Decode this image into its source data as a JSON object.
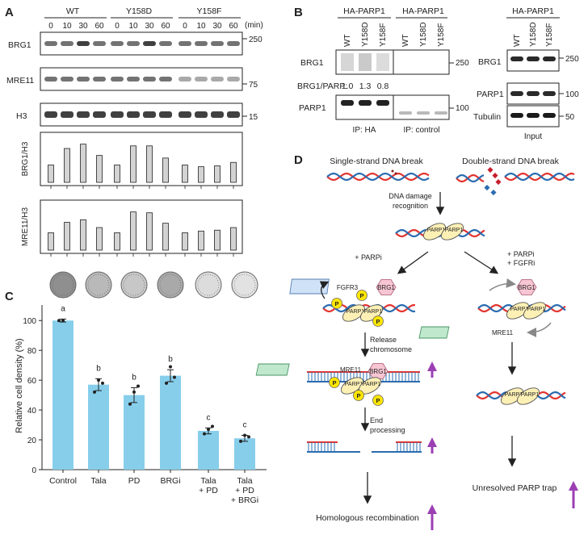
{
  "panels": {
    "a": "A",
    "b": "B",
    "c": "C",
    "d": "D"
  },
  "panel_a": {
    "groups": [
      "WT",
      "Y158D",
      "Y158F"
    ],
    "timepoints": [
      "0",
      "10",
      "30",
      "60"
    ],
    "time_unit": "(min)",
    "blots": [
      {
        "label": "BRG1",
        "marker": "250"
      },
      {
        "label": "MRE11",
        "marker": "75"
      },
      {
        "label": "H3",
        "marker": "15"
      }
    ],
    "band_colors": {
      "dark": "#1e1e1e",
      "mid": "#5a5a5a",
      "light": "#9a9a9a"
    }
  },
  "panel_b": {
    "ip_header": "HA-PARP1",
    "ctrl_header": "HA-PARP1",
    "input_header": "HA-PARP1",
    "lanes": [
      "WT",
      "Y158D",
      "Y158F"
    ],
    "ip_blots": [
      {
        "label": "BRG1",
        "marker": "250"
      },
      {
        "label": "PARP1",
        "marker": "100"
      }
    ],
    "ratio_label": "BRG1/PARP:",
    "ratios": [
      "1.0",
      "1.3",
      "0.8"
    ],
    "ip_ha": "IP: HA",
    "ip_control": "IP: control",
    "input_blots": [
      {
        "label": "BRG1",
        "marker": "250"
      },
      {
        "label": "PARP1",
        "marker": "100"
      },
      {
        "label": "Tubulin",
        "marker": "50"
      }
    ],
    "input_label": "Input"
  },
  "panel_c": {
    "ylabel": "Relative cell density (%)",
    "y_ticks": [
      "0",
      "20",
      "40",
      "60",
      "80",
      "100"
    ],
    "categories": [
      "Control",
      "Tala",
      "PD",
      "BRGi",
      "Tala\n+ PD",
      "Tala\n+ PD\n+ BRGi"
    ],
    "significance": [
      "a",
      "b",
      "b",
      "b",
      "c",
      "c"
    ],
    "bar_color": "#87ceeb"
  },
  "panel_d": {
    "ssb": "Single-strand DNA break",
    "dsb": "Double-strand DNA break",
    "recognition": [
      "DNA damage",
      "recognition"
    ],
    "parpi": "+ PARPi",
    "parpi_fgfri": [
      "+ PARPi",
      "+ FGFRi"
    ],
    "parp": "PARP1",
    "fgfr": "FGFR3",
    "brg": "BRG1",
    "mre": "MRE11",
    "p": "P",
    "release": [
      "Release",
      "chromosome"
    ],
    "end_processing": [
      "End",
      "processing"
    ],
    "hr": "Homologous recombination",
    "trap": "Unresolved PARP trap",
    "colors": {
      "dna_red": "#e3342f",
      "dna_blue": "#2b6cb0",
      "parp_fill": "#fdf0b5",
      "brg_fill": "#f8c6d3",
      "fgfr_fill": "#cfe2f7",
      "mre_fill": "#bfe8cc",
      "p_fill": "#ffe600",
      "arrow": "#9b3fb3"
    }
  },
  "chart_data": [
    {
      "type": "bar",
      "title": "",
      "categories": [
        "WT 0",
        "WT 10",
        "WT 30",
        "WT 60",
        "Y158D 0",
        "Y158D 10",
        "Y158D 30",
        "Y158D 60",
        "Y158F 0",
        "Y158F 10",
        "Y158F 30",
        "Y158F 60"
      ],
      "values": [
        1.0,
        1.95,
        2.2,
        1.55,
        1.0,
        2.1,
        2.1,
        1.4,
        1.0,
        0.9,
        0.95,
        1.15
      ],
      "xlabel": "",
      "ylabel": "BRG1/H3",
      "ylim": [
        0,
        2.6
      ],
      "grid": false
    },
    {
      "type": "bar",
      "title": "",
      "categories": [
        "WT 0",
        "WT 10",
        "WT 30",
        "WT 60",
        "Y158D 0",
        "Y158D 10",
        "Y158D 30",
        "Y158D 60",
        "Y158F 0",
        "Y158F 10",
        "Y158F 30",
        "Y158F 60"
      ],
      "values": [
        1.0,
        1.6,
        1.75,
        1.3,
        1.0,
        2.2,
        2.15,
        1.55,
        1.0,
        1.1,
        1.15,
        1.3
      ],
      "xlabel": "",
      "ylabel": "MRE11/H3",
      "ylim": [
        0,
        2.6
      ],
      "grid": false
    },
    {
      "type": "bar",
      "title": "",
      "categories": [
        "Control",
        "Tala",
        "PD",
        "BRGi",
        "Tala + PD",
        "Tala + PD + BRGi"
      ],
      "values": [
        100,
        57,
        50,
        63,
        26,
        21
      ],
      "errors": [
        1,
        4,
        5,
        4,
        2,
        2
      ],
      "points": [
        [
          100,
          100
        ],
        [
          52,
          60,
          58
        ],
        [
          44,
          52,
          56
        ],
        [
          58,
          69,
          62
        ],
        [
          24,
          27,
          29
        ],
        [
          19,
          23,
          22
        ]
      ],
      "xlabel": "",
      "ylabel": "Relative cell density (%)",
      "ylim": [
        0,
        110
      ],
      "grid": false
    }
  ]
}
